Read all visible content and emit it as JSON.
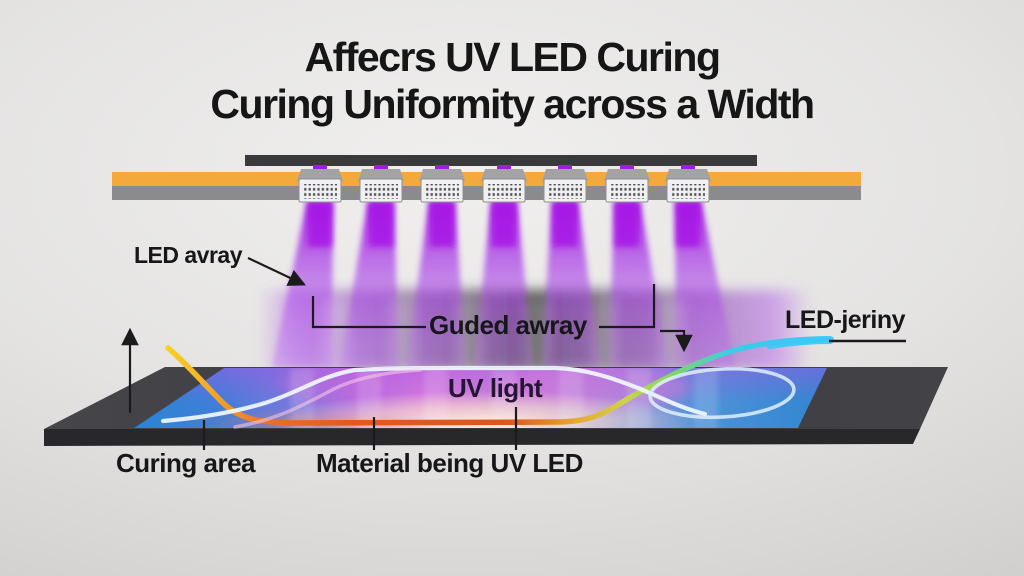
{
  "title": {
    "line1": "Affecrs UV LED Curing",
    "line2": "Curing Uniformity across a Width"
  },
  "labels": {
    "led_array": "LED avray",
    "guided_array": "Guded awray",
    "led_jeriny": "LED-jeriny",
    "uv_light": "UV light",
    "curing_area": "Curing area",
    "material": "Material being UV LED"
  },
  "diagram": {
    "led_module_count": 7,
    "colors": {
      "beam_purple": "#a716e6",
      "bar_orange": "#f4a93b",
      "bar_gray": "#8b8b8d",
      "rail_dark": "#3a3a3c",
      "platform_top": "#3e3e42",
      "platform_front": "#28282b",
      "curing_blue": "#2f82d2",
      "curve_yellow": "#f8da22",
      "curve_orange": "#e05a20",
      "curve_cyan": "#3cc8f4"
    }
  }
}
